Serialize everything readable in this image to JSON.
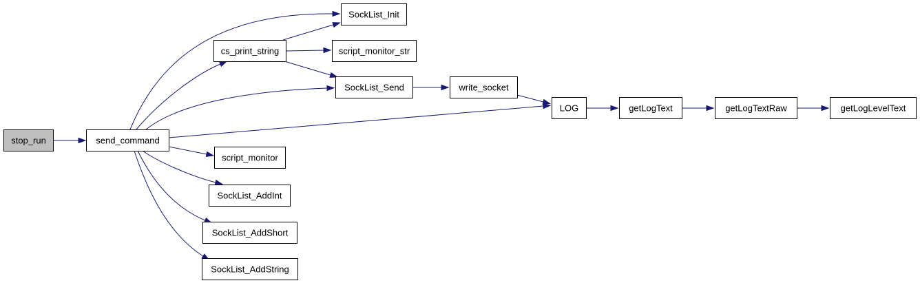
{
  "colors": {
    "node_fill": "#ffffff",
    "root_fill": "#bfbfbf",
    "node_border": "#000000",
    "edge": "#191970"
  },
  "nodes": [
    {
      "id": "stop_run",
      "label": "stop_run",
      "root": true
    },
    {
      "id": "send_command",
      "label": "send_command"
    },
    {
      "id": "sock_list_init",
      "label": "SockList_Init"
    },
    {
      "id": "cs_print_string",
      "label": "cs_print_string"
    },
    {
      "id": "script_monitor_str",
      "label": "script_monitor_str"
    },
    {
      "id": "sock_list_send",
      "label": "SockList_Send"
    },
    {
      "id": "write_socket",
      "label": "write_socket"
    },
    {
      "id": "log",
      "label": "LOG"
    },
    {
      "id": "get_log_text",
      "label": "getLogText"
    },
    {
      "id": "get_log_text_raw",
      "label": "getLogTextRaw"
    },
    {
      "id": "get_log_level_text",
      "label": "getLogLevelText"
    },
    {
      "id": "script_monitor",
      "label": "script_monitor"
    },
    {
      "id": "sock_list_add_int",
      "label": "SockList_AddInt"
    },
    {
      "id": "sock_list_add_short",
      "label": "SockList_AddShort"
    },
    {
      "id": "sock_list_add_string",
      "label": "SockList_AddString"
    }
  ],
  "edges": [
    {
      "from": "stop_run",
      "to": "send_command"
    },
    {
      "from": "send_command",
      "to": "sock_list_init"
    },
    {
      "from": "send_command",
      "to": "cs_print_string"
    },
    {
      "from": "send_command",
      "to": "sock_list_send"
    },
    {
      "from": "send_command",
      "to": "log"
    },
    {
      "from": "send_command",
      "to": "script_monitor"
    },
    {
      "from": "send_command",
      "to": "sock_list_add_int"
    },
    {
      "from": "send_command",
      "to": "sock_list_add_short"
    },
    {
      "from": "send_command",
      "to": "sock_list_add_string"
    },
    {
      "from": "cs_print_string",
      "to": "sock_list_init"
    },
    {
      "from": "cs_print_string",
      "to": "script_monitor_str"
    },
    {
      "from": "cs_print_string",
      "to": "sock_list_send"
    },
    {
      "from": "sock_list_send",
      "to": "write_socket"
    },
    {
      "from": "write_socket",
      "to": "log"
    },
    {
      "from": "log",
      "to": "get_log_text"
    },
    {
      "from": "get_log_text",
      "to": "get_log_text_raw"
    },
    {
      "from": "get_log_text_raw",
      "to": "get_log_level_text"
    }
  ]
}
